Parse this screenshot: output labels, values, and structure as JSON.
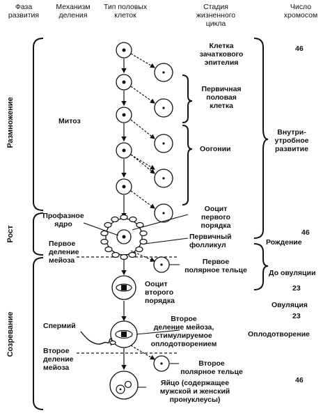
{
  "headers": {
    "phase": "Фаза\nразвития",
    "mechanism": "Механизм\nделения",
    "cell_type": "Тип половых\nклеток",
    "life_stage": "Стадия\nжизненного\nцикла",
    "chromosomes": "Число\nхромосом"
  },
  "phases": {
    "reproduction": "Размножение",
    "growth": "Рост",
    "maturation": "Созревание"
  },
  "mechanisms": {
    "mitosis": "Митоз",
    "prophase_nucleus": "Профазное\nядро",
    "first_meiosis": "Первое\nделение\nмейоза",
    "sperm": "Спермий",
    "second_meiosis": "Второе\nделение\nмейоза"
  },
  "stages": {
    "germinal_epithelium": "Клетка\nзачаткового\nэпителия",
    "primary_germ_cell": "Первичная\nполовая\nклетка",
    "oogonia": "Оогонии",
    "primary_oocyte": "Ооцит\nпервого\nпорядка",
    "primary_follicle": "Первичный\nфолликул",
    "first_polar_body": "Первое\nполярное тельце",
    "secondary_oocyte": "Ооцит\nвторого\nпорядка",
    "second_meiosis_stimulated": "Второе\nделение мейоза,\nстимулируемое\nоплодотворением",
    "second_polar_body": "Второе\nполярное тельце",
    "egg": "Яйцо (содержащее\nмужской и женский\nпронуклеусы)"
  },
  "life_cycle": {
    "intrauterine": "Внутри-\nутробное\nразвитие",
    "birth": "Рождение",
    "before_ovulation": "До овуляции",
    "ovulation": "Овуляция",
    "fertilization": "Оплодотворение"
  },
  "chromosome_counts": {
    "c1": "46",
    "c2": "46",
    "c3": "23",
    "c4": "23",
    "c5": "46"
  }
}
